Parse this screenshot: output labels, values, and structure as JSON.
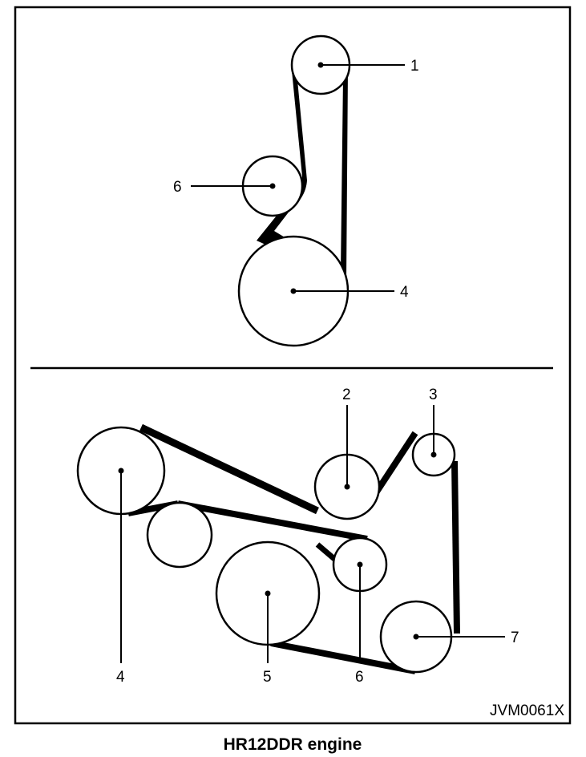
{
  "diagram": {
    "image_code": "JVM0061X",
    "caption": "HR12DDR engine",
    "top_labels": {
      "p1": "1",
      "p6": "6",
      "p4": "4"
    },
    "bottom_labels": {
      "p2": "2",
      "p3": "3",
      "p4": "4",
      "p5": "5",
      "p6": "6",
      "p7": "7"
    },
    "colors": {
      "stroke": "#000000",
      "background": "#ffffff"
    }
  }
}
